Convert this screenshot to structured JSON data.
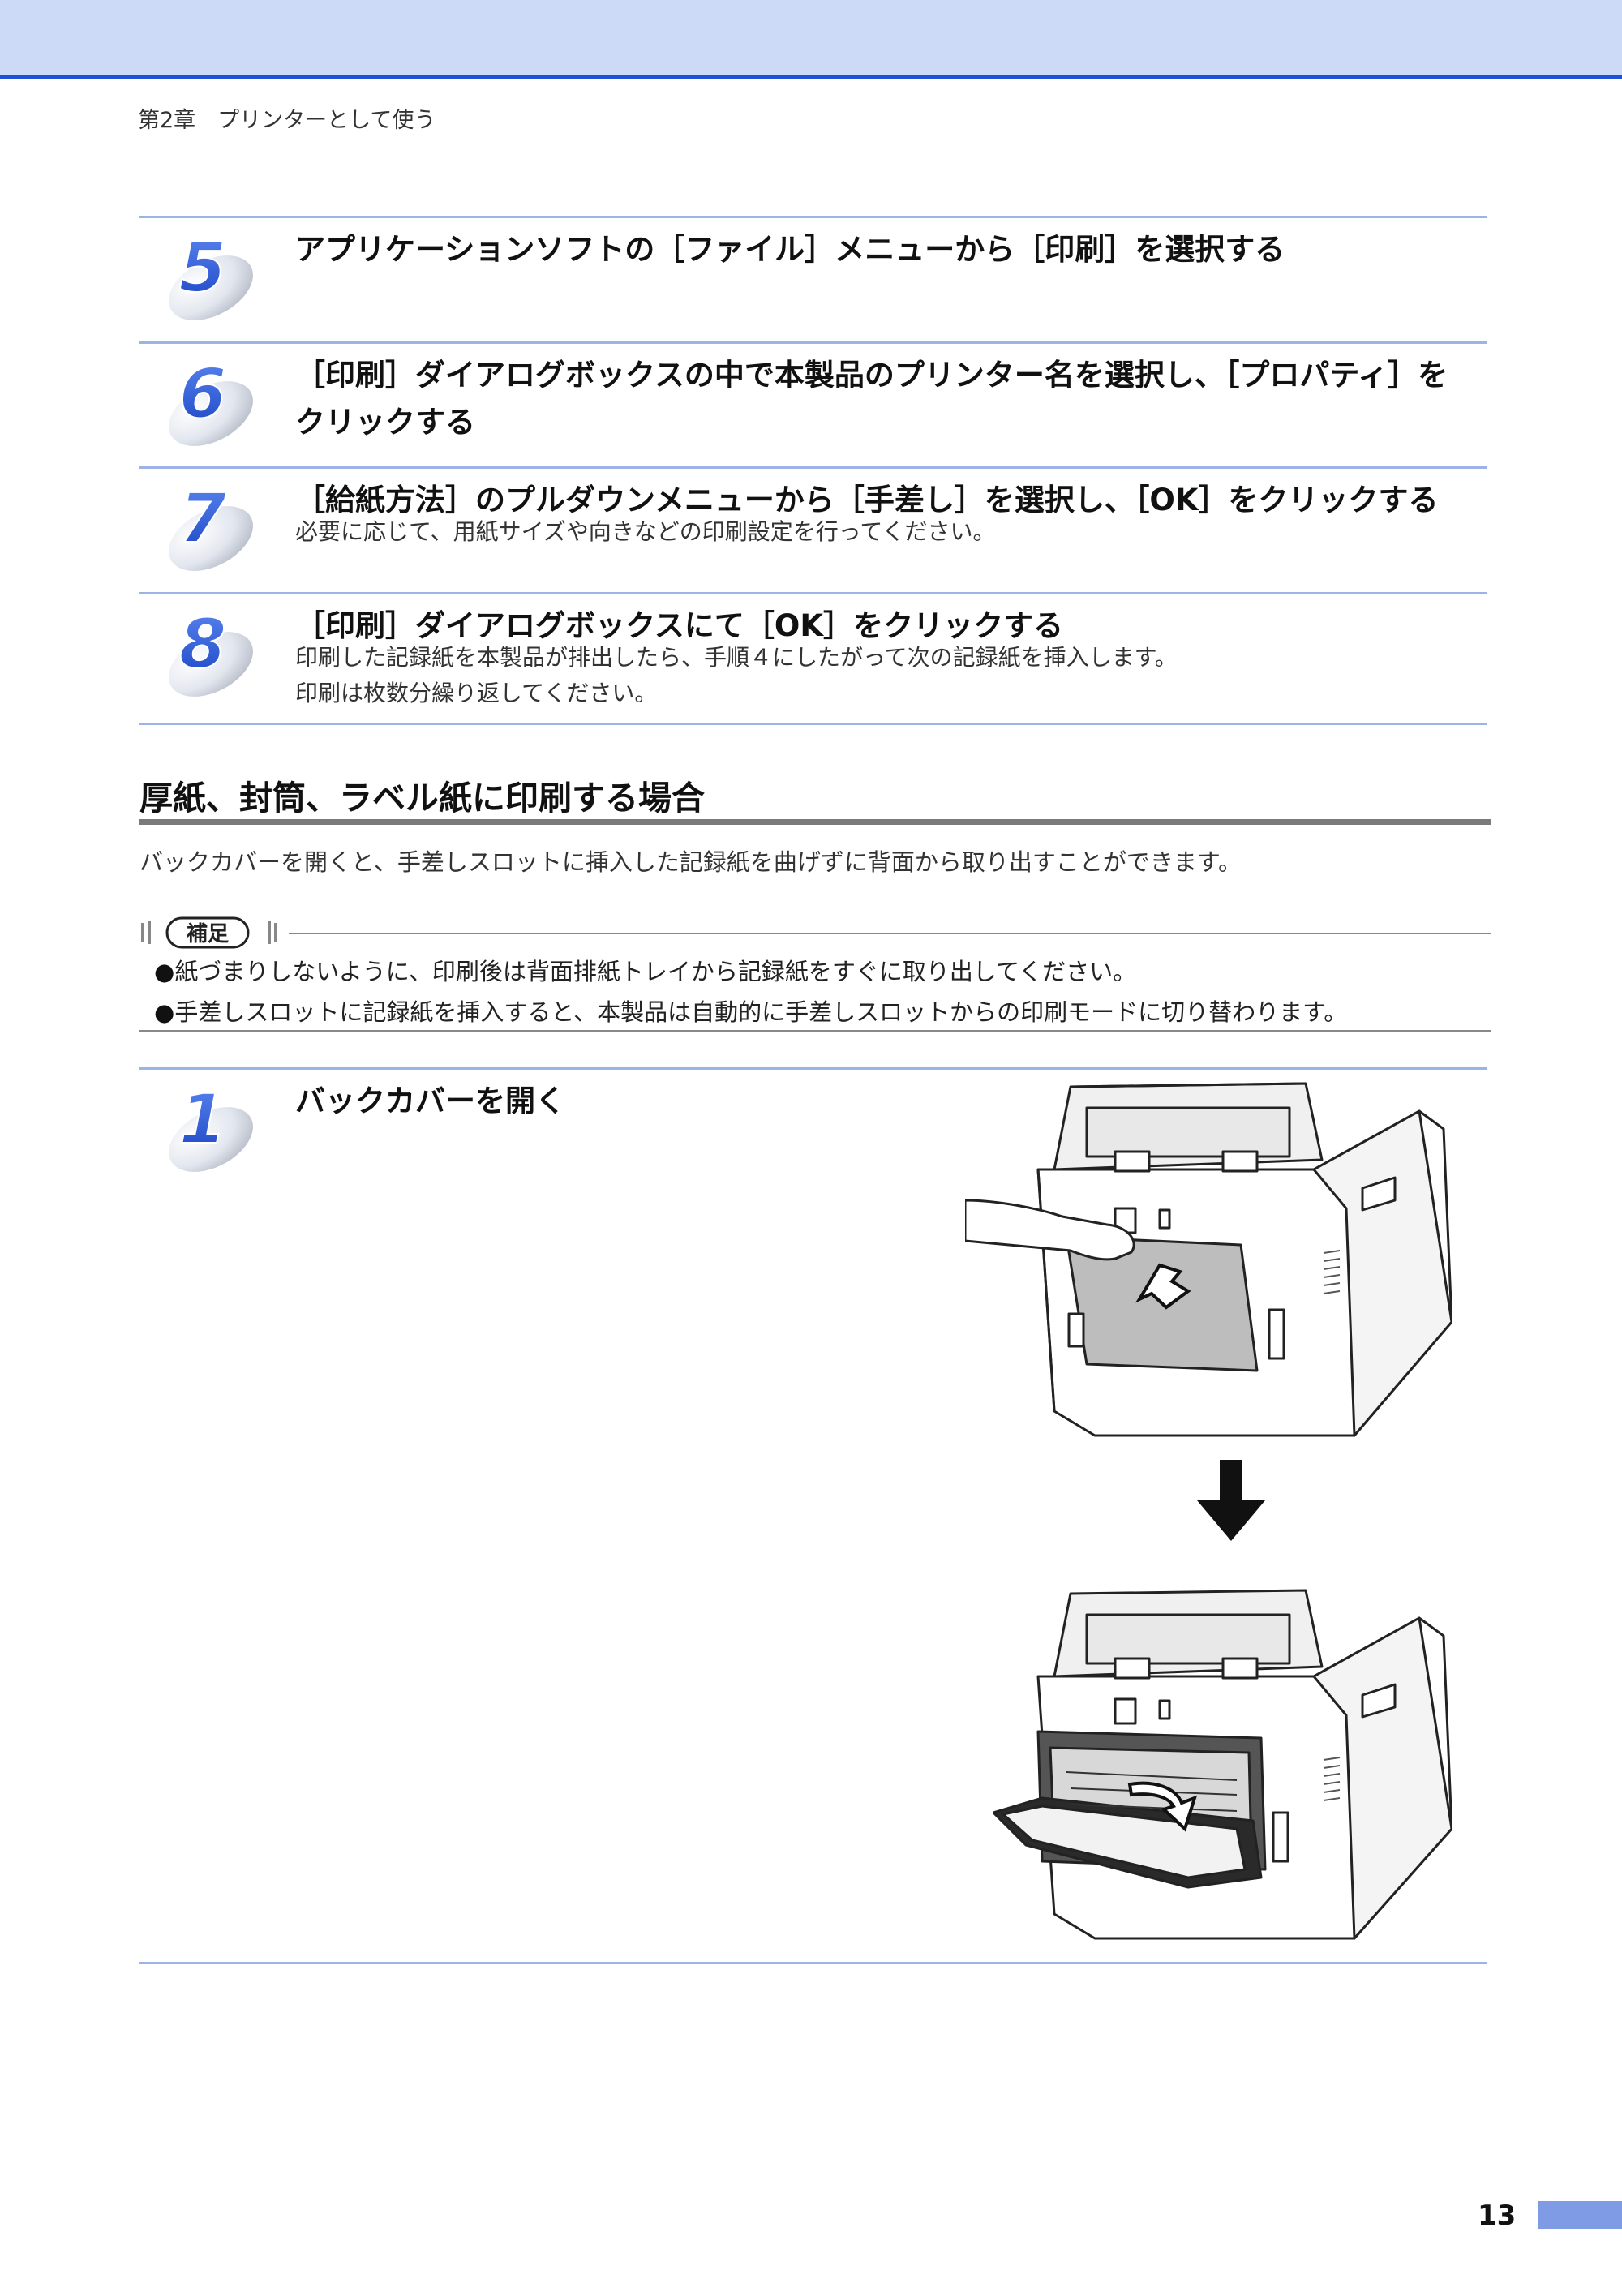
{
  "header": {
    "chapter": "第2章　プリンターとして使う"
  },
  "steps": [
    {
      "number": "5",
      "title": "アプリケーションソフトの［ファイル］メニューから［印刷］を選択する",
      "body": []
    },
    {
      "number": "6",
      "title": "［印刷］ダイアログボックスの中で本製品のプリンター名を選択し、［プロパティ］をクリックする",
      "body": []
    },
    {
      "number": "7",
      "title": "［給紙方法］のプルダウンメニューから［手差し］を選択し、［OK］をクリックする",
      "body": [
        "必要に応じて、用紙サイズや向きなどの印刷設定を行ってください。"
      ]
    },
    {
      "number": "8",
      "title": "［印刷］ダイアログボックスにて［OK］をクリックする",
      "body": [
        "印刷した記録紙を本製品が排出したら、手順４にしたがって次の記録紙を挿入します。",
        "印刷は枚数分繰り返してください。"
      ]
    }
  ],
  "section": {
    "heading": "厚紙、封筒、ラベル紙に印刷する場合",
    "intro": "バックカバーを開くと、手差しスロットに挿入した記録紙を曲げずに背面から取り出すことができます。",
    "note_label": "補足",
    "notes": [
      "紙づまりしないように、印刷後は背面排紙トレイから記録紙をすぐに取り出してください。",
      "手差しスロットに記録紙を挿入すると、本製品は自動的に手差しスロットからの印刷モードに切り替わります。"
    ],
    "bullet": "●"
  },
  "step1": {
    "number": "1",
    "title": "バックカバーを開く"
  },
  "footer": {
    "page_number": "13"
  },
  "colors": {
    "header_band": "#ccd9f7",
    "header_border": "#1f4fd6",
    "rule": "#9db3e6",
    "page_tab": "#7f9be6"
  }
}
